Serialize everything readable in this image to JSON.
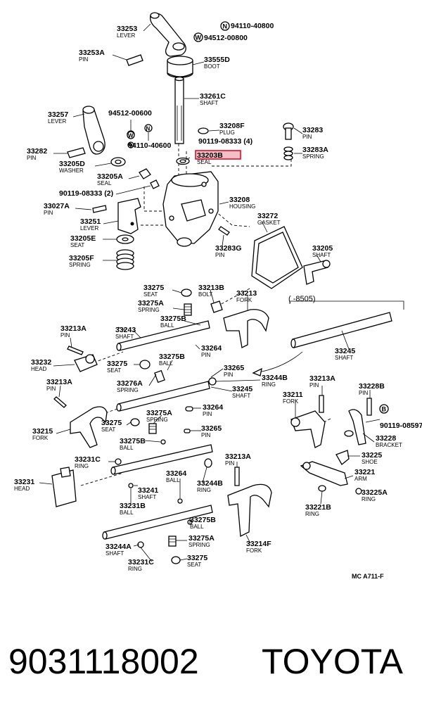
{
  "footer": {
    "part_number": "9031118002",
    "brand": "TOYOTA"
  },
  "diagram": {
    "ref": "MC  A711-F",
    "range_note": "(      -8505)",
    "highlight_color": "#e0001a",
    "highlighted_part": "33203B",
    "labels": [
      {
        "id": "33253",
        "num": "33253",
        "name": "LEVER"
      },
      {
        "id": "94110-40800",
        "num": "94110-40800",
        "name": "",
        "badge": "N"
      },
      {
        "id": "94512-00800",
        "num": "94512-00800",
        "name": "",
        "badge": "W"
      },
      {
        "id": "33253A",
        "num": "33253A",
        "name": "PIN"
      },
      {
        "id": "33555D",
        "num": "33555D",
        "name": "BOOT"
      },
      {
        "id": "33261C",
        "num": "33261C",
        "name": "SHAFT"
      },
      {
        "id": "33257",
        "num": "33257",
        "name": "LEVER"
      },
      {
        "id": "94512-00600",
        "num": "94512-00600",
        "name": ""
      },
      {
        "id": "94110-40600",
        "num": "94110-40600",
        "name": ""
      },
      {
        "id": "33208F",
        "num": "33208F",
        "name": "PLUG"
      },
      {
        "id": "90119-08333-4",
        "num": "90119-08333 (4)",
        "name": ""
      },
      {
        "id": "33283",
        "num": "33283",
        "name": "PIN"
      },
      {
        "id": "33282",
        "num": "33282",
        "name": "PIN"
      },
      {
        "id": "33205D",
        "num": "33205D",
        "name": "WASHER"
      },
      {
        "id": "33203B",
        "num": "33203B",
        "name": "SEAL"
      },
      {
        "id": "33283A",
        "num": "33283A",
        "name": "SPRING"
      },
      {
        "id": "33205A",
        "num": "33205A",
        "name": "SEAL"
      },
      {
        "id": "90119-08333-2",
        "num": "90119-08333 (2)",
        "name": ""
      },
      {
        "id": "33208",
        "num": "33208",
        "name": "HOUSING"
      },
      {
        "id": "33027A",
        "num": "33027A",
        "name": "PIN"
      },
      {
        "id": "33272",
        "num": "33272",
        "name": "GASKET"
      },
      {
        "id": "33251",
        "num": "33251",
        "name": "LEVER"
      },
      {
        "id": "33205E",
        "num": "33205E",
        "name": "SEAT"
      },
      {
        "id": "33283G",
        "num": "33283G",
        "name": "PIN"
      },
      {
        "id": "33205F",
        "num": "33205F",
        "name": "SPRING"
      },
      {
        "id": "33205",
        "num": "33205",
        "name": "SHAFT"
      },
      {
        "id": "33275-a",
        "num": "33275",
        "name": "SEAT"
      },
      {
        "id": "33213B",
        "num": "33213B",
        "name": "BOLT"
      },
      {
        "id": "33213",
        "num": "33213",
        "name": "FORK"
      },
      {
        "id": "33275A-a",
        "num": "33275A",
        "name": "SPRING"
      },
      {
        "id": "33275B-a",
        "num": "33275B",
        "name": "BALL"
      },
      {
        "id": "33213A-a",
        "num": "33213A",
        "name": "PIN"
      },
      {
        "id": "33243",
        "num": "33243",
        "name": "SHAFT"
      },
      {
        "id": "33264-a",
        "num": "33264",
        "name": "PIN"
      },
      {
        "id": "33245-a",
        "num": "33245",
        "name": "SHAFT"
      },
      {
        "id": "33232",
        "num": "33232",
        "name": "HEAD"
      },
      {
        "id": "33275-b",
        "num": "33275",
        "name": "SEAT"
      },
      {
        "id": "33275B-b",
        "num": "33275B",
        "name": "BALL"
      },
      {
        "id": "33265-a",
        "num": "33265",
        "name": "PIN"
      },
      {
        "id": "33244B",
        "num": "33244B",
        "name": "RING"
      },
      {
        "id": "33213A-b",
        "num": "33213A",
        "name": "PIN"
      },
      {
        "id": "33213A-c",
        "num": "33213A",
        "name": "PIN"
      },
      {
        "id": "33276A",
        "num": "33276A",
        "name": "SPRING"
      },
      {
        "id": "33245-b",
        "num": "33245",
        "name": "SHAFT"
      },
      {
        "id": "33211",
        "num": "33211",
        "name": "FORK"
      },
      {
        "id": "33228B",
        "num": "33228B",
        "name": "PIN"
      },
      {
        "id": "33264-b",
        "num": "33264",
        "name": "PIN"
      },
      {
        "id": "33275A-b",
        "num": "33275A",
        "name": "SPRING"
      },
      {
        "id": "90119-08597",
        "num": "90119-08597",
        "name": "",
        "badge": "B"
      },
      {
        "id": "33215",
        "num": "33215",
        "name": "FORK"
      },
      {
        "id": "33275-c",
        "num": "33275",
        "name": "SEAT"
      },
      {
        "id": "33265-b",
        "num": "33265",
        "name": "PIN"
      },
      {
        "id": "33228",
        "num": "33228",
        "name": "BRACKET"
      },
      {
        "id": "33275B-c",
        "num": "33275B",
        "name": "BALL"
      },
      {
        "id": "33225",
        "num": "33225",
        "name": "SHOE"
      },
      {
        "id": "33231C-a",
        "num": "33231C",
        "name": "RING"
      },
      {
        "id": "33213A-d",
        "num": "33213A",
        "name": "PIN"
      },
      {
        "id": "33221",
        "num": "33221",
        "name": "ARM"
      },
      {
        "id": "33231",
        "num": "33231",
        "name": "HEAD"
      },
      {
        "id": "33264-c",
        "num": "33264",
        "name": "BALL"
      },
      {
        "id": "33244B-b",
        "num": "33244B",
        "name": "RING"
      },
      {
        "id": "33225A",
        "num": "33225A",
        "name": "RING"
      },
      {
        "id": "33241",
        "num": "33241",
        "name": "SHAFT"
      },
      {
        "id": "33231B",
        "num": "33231B",
        "name": "BALL"
      },
      {
        "id": "33221B",
        "num": "33221B",
        "name": "RING"
      },
      {
        "id": "33275B-d",
        "num": "33275B",
        "name": "BALL"
      },
      {
        "id": "33244A",
        "num": "33244A",
        "name": "SHAFT"
      },
      {
        "id": "33275A-c",
        "num": "33275A",
        "name": "SPRING"
      },
      {
        "id": "33214F",
        "num": "33214F",
        "name": "FORK"
      },
      {
        "id": "33231C-b",
        "num": "33231C",
        "name": "RING"
      },
      {
        "id": "33275-d",
        "num": "33275",
        "name": "SEAT"
      }
    ]
  }
}
